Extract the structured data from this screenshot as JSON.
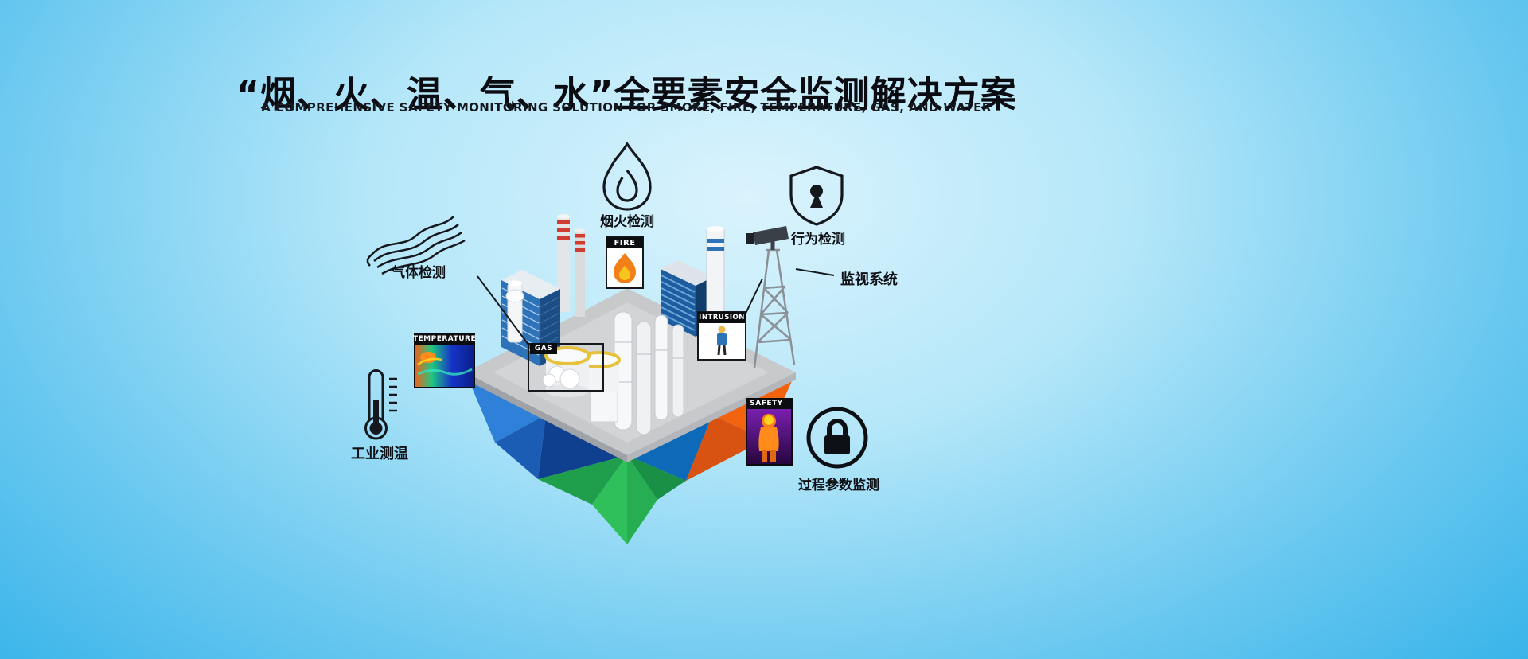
{
  "banner": {
    "title": "“烟、火、温、气、水”全要素安全监测解决方案",
    "subtitle": "A COMPREHENSIVE SAFETY MONITORING SOLUTION FOR SMOKE, FIRE, TEMPERATURE, GAS, AND WATER"
  },
  "callouts": {
    "gas": {
      "label": "气体检测",
      "icon": "gas-waves-icon"
    },
    "smoke_fire": {
      "label": "烟火检测",
      "icon": "flame-icon"
    },
    "behavior": {
      "label": "行为检测",
      "icon": "shield-keyhole-icon"
    },
    "surveillance": {
      "label": "监视系统",
      "icon": "cctv-camera-tower"
    },
    "industrial_temp": {
      "label": "工业测温",
      "icon": "thermometer-icon"
    },
    "process_params": {
      "label": "过程参数监测",
      "icon": "padlock-circle-icon"
    }
  },
  "scene_tags": {
    "temperature": "TEMPERATURE",
    "fire": "FIRE",
    "gas": "GAS",
    "intrusion": "INTRUSION",
    "safety": "SAFETY"
  },
  "colors": {
    "background_center": "#daf3fd",
    "background_edge": "#2fb0e8",
    "title_color": "#0b0c12",
    "island_orange": "#f26310",
    "island_blue": "#1b5cb4",
    "island_green": "#2fc05c",
    "flame_orange": "#f28018",
    "tag_black": "#0b0d10"
  }
}
